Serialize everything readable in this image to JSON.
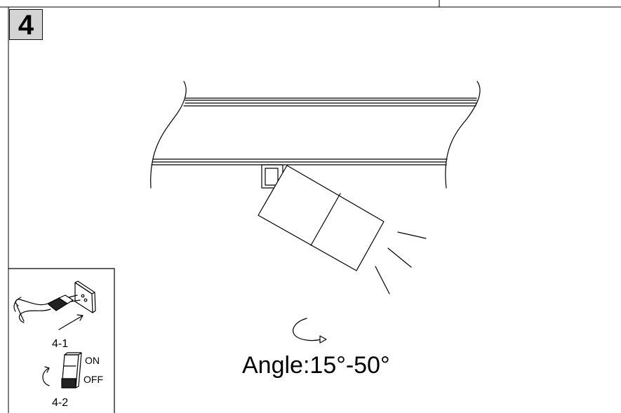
{
  "step": {
    "number": "4"
  },
  "caption": {
    "angle": "Angle:15°-50°"
  },
  "inset": {
    "plug_label": "4-1",
    "switch_label": "4-2",
    "switch_on": "ON",
    "switch_off": "OFF"
  },
  "icons": [
    "plug-icon",
    "socket-icon",
    "switch-icon",
    "rotate-arrow-icon",
    "light-rays-icon"
  ]
}
